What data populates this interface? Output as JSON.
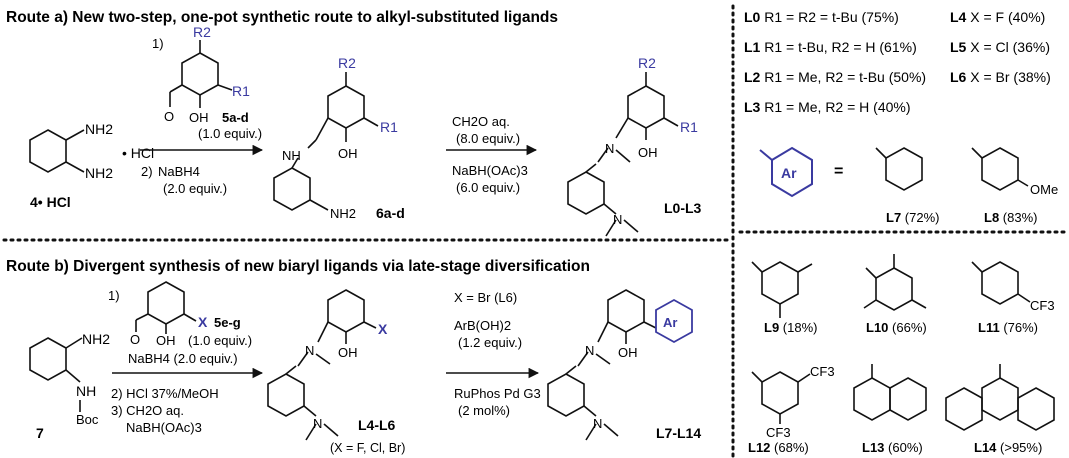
{
  "routeA": {
    "title": "Route a) New two-step, one-pot synthetic route to alkyl-substituted ligands",
    "sm_label": "4• HCl",
    "salt": "• HCl",
    "step1_num": "1)",
    "step1_reagent": "5a-d",
    "step1_equiv": "(1.0 equiv.)",
    "step2_num": "2)",
    "step2_reagent": "NaBH4",
    "step2_equiv": "(2.0 equiv.)",
    "int_label": "6a-d",
    "step3_reagent": "CH2O aq.",
    "step3_equiv": "(8.0 equiv.)",
    "step4_reagent": "NaBH(OAc)3",
    "step4_equiv": "(6.0 equiv.)",
    "product_label": "L0-L3"
  },
  "routeB": {
    "title": "Route b) Divergent synthesis of new biaryl ligands via late-stage diversification",
    "sm_label": "7",
    "step1_num": "1)",
    "step1_reagent": "5e-g",
    "step1_equiv": "(1.0 equiv.)",
    "step1_nabh4": "NaBH4 (2.0 equiv.)",
    "step2": "2) HCl 37%/MeOH",
    "step3": "3) CH2O aq.",
    "step3b": "NaBH(OAc)3",
    "int_label": "L4-L6",
    "int_note": "(X = F, Cl, Br)",
    "cond1": "X = Br (L6)",
    "cond2": "ArB(OH)2",
    "cond3": "(1.2 equiv.)",
    "cond4": "RuPhos Pd G3",
    "cond5": "(2 mol%)",
    "product_label": "L7-L14"
  },
  "atoms": {
    "NH2": "NH2",
    "NH": "NH",
    "OH": "OH",
    "O": "O",
    "N": "N",
    "Boc": "Boc",
    "R1": "R1",
    "R2": "R2",
    "X": "X",
    "Ar": "Ar",
    "OMe": "OMe",
    "CF3": "CF3",
    "eq": "="
  },
  "ligands": [
    {
      "id": "L0",
      "text": "R1 = R2 = t-Bu (75%)"
    },
    {
      "id": "L1",
      "text": "R1 = t-Bu, R2 = H (61%)"
    },
    {
      "id": "L2",
      "text": "R1 = Me, R2 = t-Bu (50%)"
    },
    {
      "id": "L3",
      "text": "R1 = Me, R2 = H (40%)"
    },
    {
      "id": "L4",
      "text": "X = F (40%)"
    },
    {
      "id": "L5",
      "text": "X = Cl (36%)"
    },
    {
      "id": "L6",
      "text": "X = Br (38%)"
    }
  ],
  "aryls": [
    {
      "id": "L7",
      "yield": "(72%)"
    },
    {
      "id": "L8",
      "yield": "(83%)"
    },
    {
      "id": "L9",
      "yield": "(18%)"
    },
    {
      "id": "L10",
      "yield": "(66%)"
    },
    {
      "id": "L11",
      "yield": "(76%)"
    },
    {
      "id": "L12",
      "yield": "(68%)"
    },
    {
      "id": "L13",
      "yield": "(60%)"
    },
    {
      "id": "L14",
      "yield": "(>95%)"
    }
  ],
  "colors": {
    "accent": "#3a3aa0",
    "ink": "#111111",
    "divider": "#111111"
  }
}
